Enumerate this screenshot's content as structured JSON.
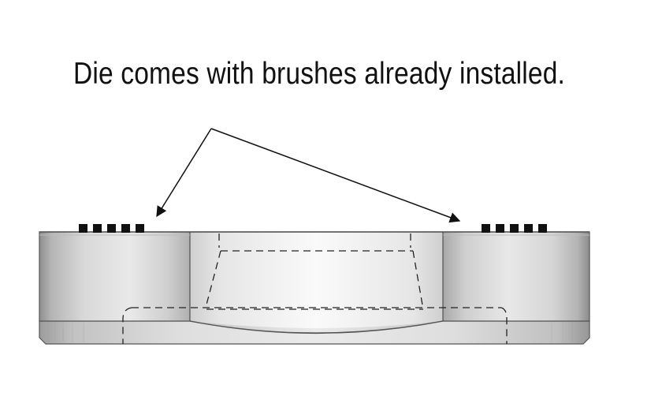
{
  "caption": "Die comes with brushes already installed.",
  "colors": {
    "die_body_light": "#e8e8e8",
    "die_body_dark": "#9a9a9a",
    "opening_light": "#f8f8f8",
    "outline": "#444444",
    "brush": "#111111",
    "hidden_line": "#222222",
    "arrow": "#111111"
  },
  "brushes": {
    "left_count": 5,
    "right_count": 5
  }
}
